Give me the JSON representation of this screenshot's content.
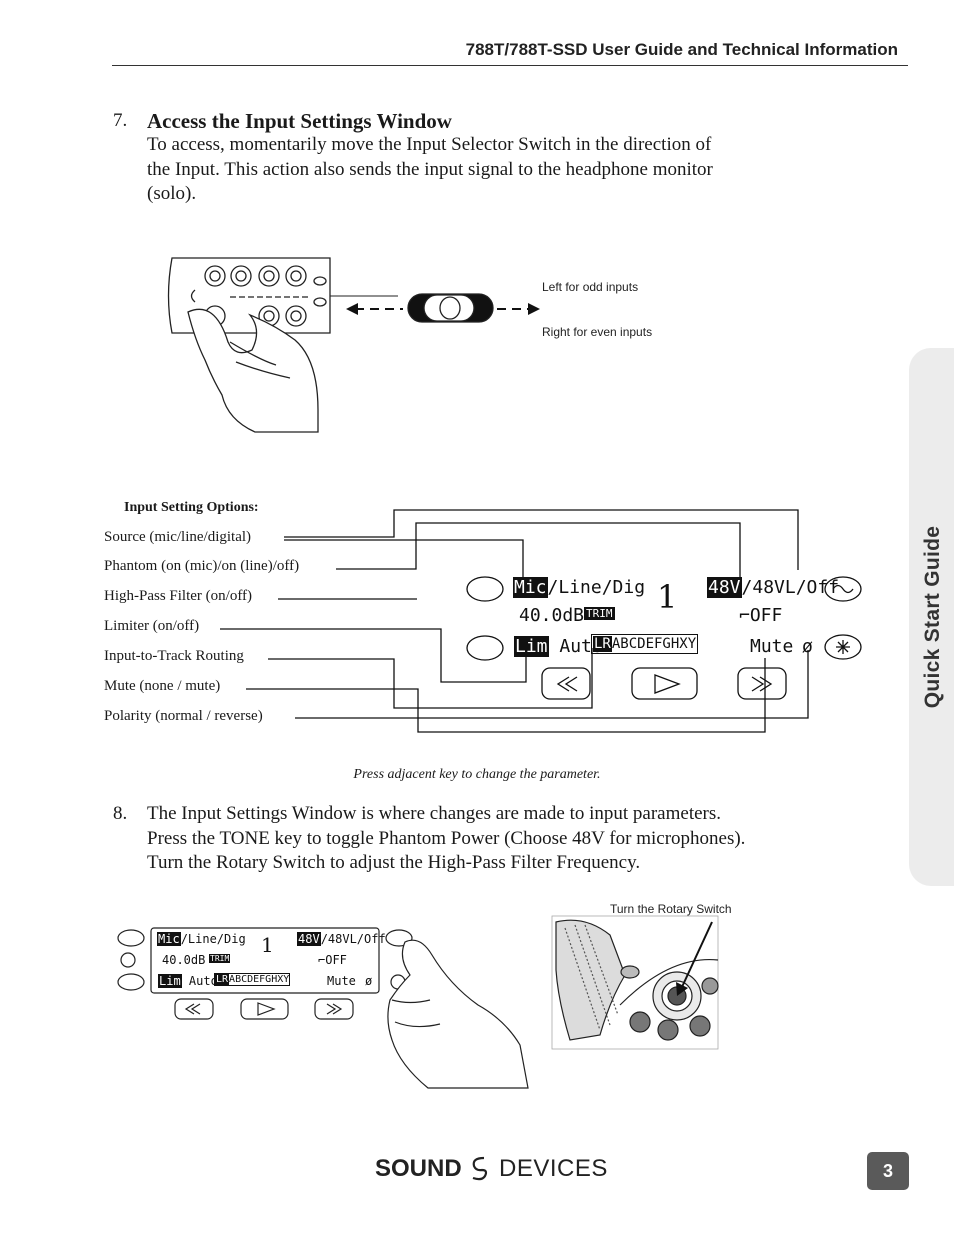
{
  "header": {
    "title": "788T/788T-SSD User Guide and Technical Information"
  },
  "side_tab": {
    "label": "Quick Start Guide"
  },
  "step7": {
    "number": "7.",
    "heading": "Access the Input Settings Window",
    "lines": [
      "To access, momentarily move the Input Selector Switch in the direction of",
      "the Input. This action also sends the input signal to the headphone monitor",
      "(solo)."
    ]
  },
  "switch_figure": {
    "left_label": "Left for odd inputs",
    "right_label": "Right for even inputs"
  },
  "options": {
    "heading": "Input Setting Options:",
    "items": [
      "Source (mic/line/digital)",
      "Phantom (on (mic)/on (line)/off)",
      "High-Pass Filter (on/off)",
      "Limiter (on/off)",
      "Input-to-Track Routing",
      "Mute (none / mute)",
      "Polarity (normal / reverse)"
    ]
  },
  "lcd": {
    "source_sel": "Mic",
    "source_rest": "/Line/Dig",
    "input_number": "1",
    "phantom_sel": "48V",
    "phantom_rest": "/48VL/Off",
    "gain": "40.0dB",
    "trim": "TRIM",
    "hpf": "⌐OFF",
    "limiter_sel": "Lim",
    "limiter_mode": "Auto",
    "tracks_sel": "LR",
    "tracks": "ABCDEFGHXY",
    "mute": "Mute",
    "polarity": "ø"
  },
  "caption": "Press adjacent key to change the parameter.",
  "step8": {
    "number": "8.",
    "lines": [
      "The Input Settings Window is where changes are made to input parameters.",
      "Press the TONE key to toggle Phantom Power (Choose 48V for microphones).",
      "Turn the Rotary Switch to adjust the High-Pass Filter Frequency."
    ]
  },
  "rotary_figure": {
    "label": "Turn the Rotary Switch"
  },
  "footer": {
    "logo_left": "SOUND",
    "logo_right": "DEVICES",
    "page_number": "3"
  }
}
